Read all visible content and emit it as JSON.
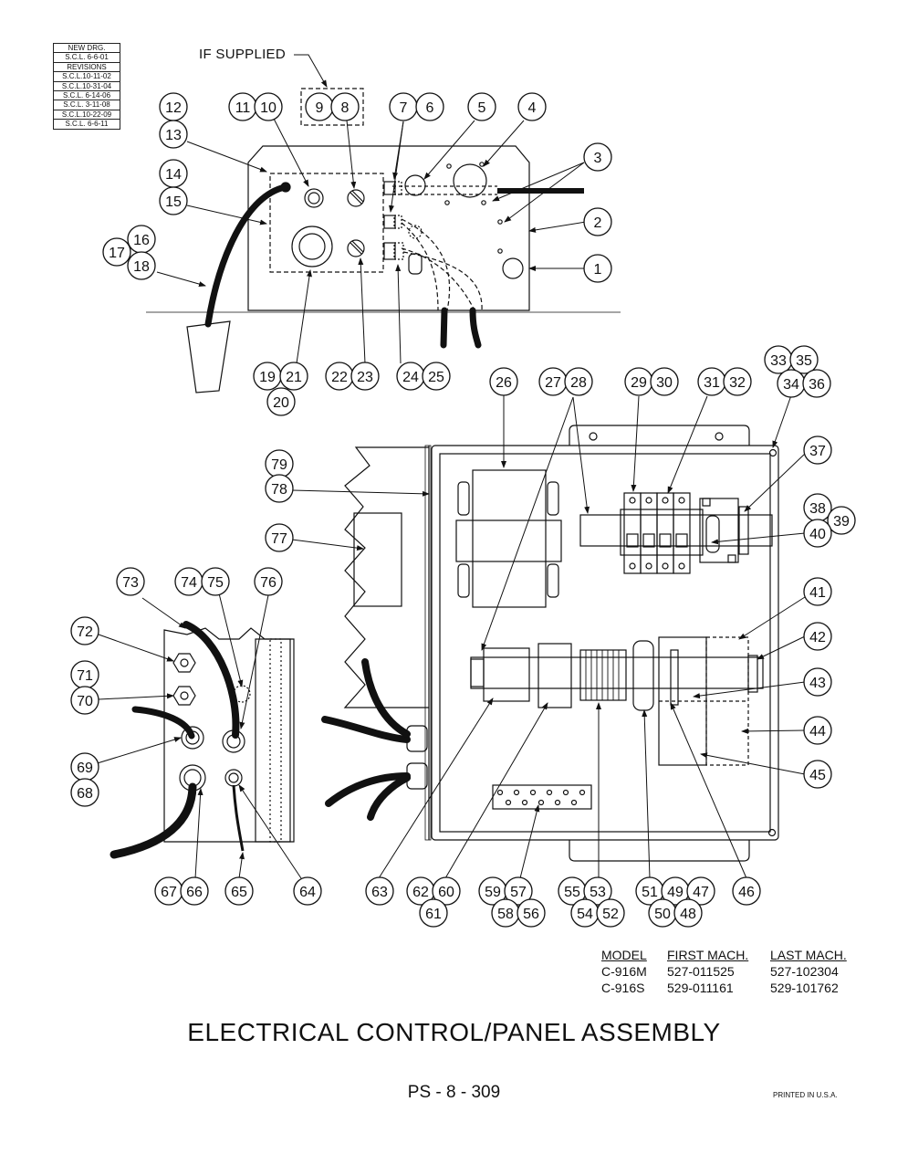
{
  "revisions": {
    "new_drawing_label": "NEW DRG.",
    "new_drawing_date": "S.C.L. 6-6-01",
    "header": "REVISIONS",
    "entries": [
      "S.C.L.10-11-02",
      "S.C.L.10-31-04",
      "S.C.L. 6-14-06",
      "S.C.L. 3-11-08",
      "S.C.L.10-22-09",
      "S.C.L. 6-6-11"
    ]
  },
  "if_supplied_label": "IF SUPPLIED",
  "callouts": {
    "c12": "12",
    "c13": "13",
    "c14": "14",
    "c15": "15",
    "c16": "16",
    "c17": "17",
    "c18": "18",
    "c11": "11",
    "c10": "10",
    "c9": "9",
    "c8": "8",
    "c7": "7",
    "c6": "6",
    "c5": "5",
    "c4": "4",
    "c3": "3",
    "c2": "2",
    "c1": "1",
    "c19": "19",
    "c21": "21",
    "c20": "20",
    "c22": "22",
    "c23": "23",
    "c24": "24",
    "c25": "25",
    "c26": "26",
    "c27": "27",
    "c28": "28",
    "c29": "29",
    "c30": "30",
    "c31": "31",
    "c32": "32",
    "c33": "33",
    "c35": "35",
    "c34": "34",
    "c36": "36",
    "c37": "37",
    "c38": "38",
    "c39": "39",
    "c40": "40",
    "c41": "41",
    "c42": "42",
    "c43": "43",
    "c44": "44",
    "c45": "45",
    "c46": "46",
    "c79": "79",
    "c78": "78",
    "c77": "77",
    "c73": "73",
    "c74": "74",
    "c75": "75",
    "c76": "76",
    "c72": "72",
    "c71": "71",
    "c70": "70",
    "c69": "69",
    "c68": "68",
    "c67": "67",
    "c66": "66",
    "c65": "65",
    "c64": "64",
    "c63": "63",
    "c62": "62",
    "c60": "60",
    "c61": "61",
    "c59": "59",
    "c57": "57",
    "c58": "58",
    "c56": "56",
    "c55": "55",
    "c53": "53",
    "c54": "54",
    "c52": "52",
    "c51": "51",
    "c49": "49",
    "c47": "47",
    "c50": "50",
    "c48": "48"
  },
  "model_table": {
    "headers": [
      "MODEL",
      "FIRST MACH.",
      "LAST MACH."
    ],
    "rows": [
      [
        "C-916M",
        "527-011525",
        "527-102304"
      ],
      [
        "C-916S",
        "529-011161",
        "529-101762"
      ]
    ]
  },
  "title": "ELECTRICAL CONTROL/PANEL ASSEMBLY",
  "page_number": "PS - 8 - 309",
  "printed_label": "PRINTED IN U.S.A."
}
